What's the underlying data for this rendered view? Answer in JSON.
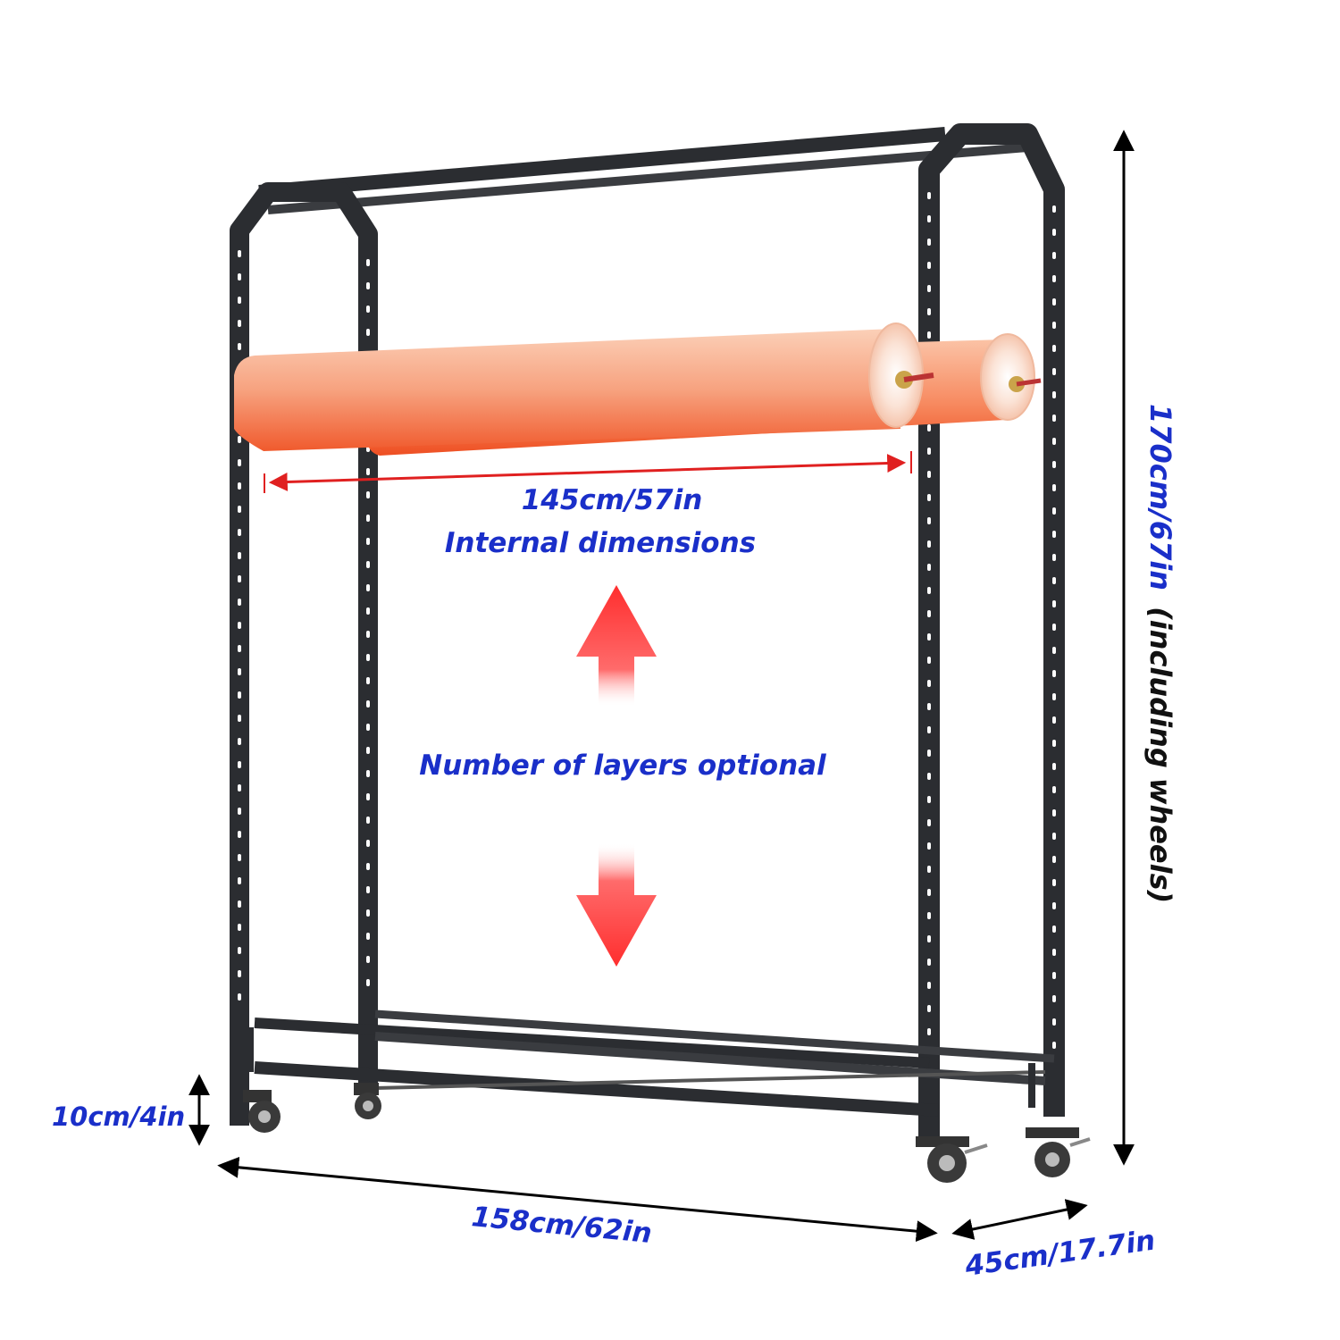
{
  "dimensions": {
    "internal_width": "145cm/57in",
    "internal_caption": "Internal dimensions",
    "layers_caption": "Number of layers optional",
    "height_value": "170cm/67in",
    "height_note": "(including wheels)",
    "wheel_height": "10cm/4in",
    "total_width": "158cm/62in",
    "depth": "45cm/17.7in"
  },
  "colors": {
    "label_blue": "#1a2fc9",
    "frame": "#2b2d31",
    "paper": "#f6825c",
    "arrow_red": "#ff3b3b"
  }
}
